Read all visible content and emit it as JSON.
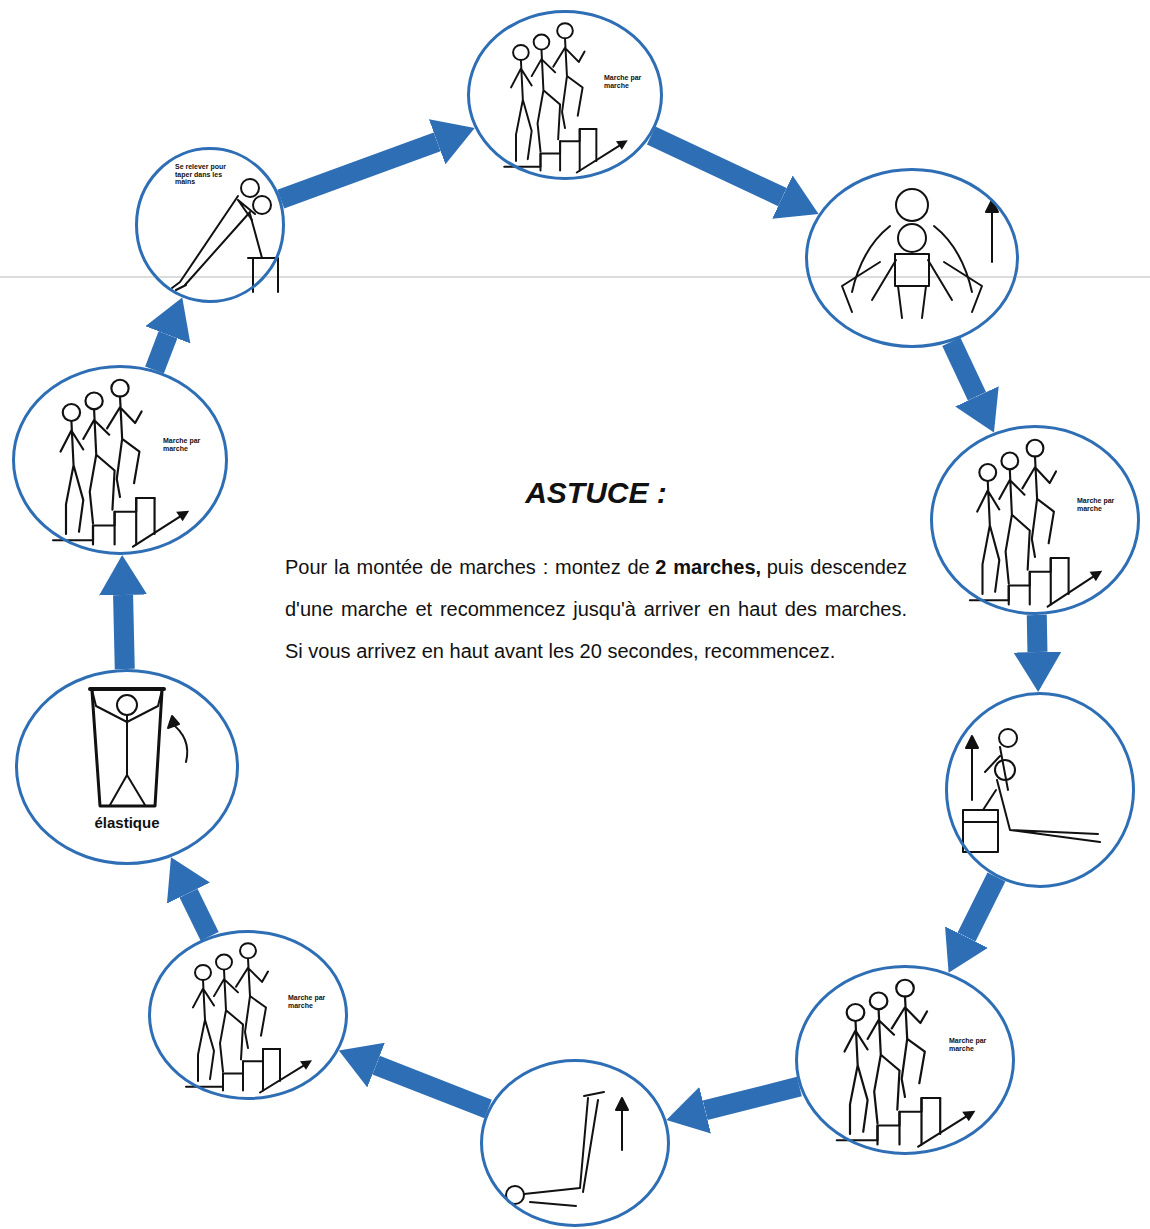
{
  "diagram": {
    "nodes": [
      {
        "text": [
          "Se relever pour taper dans les mains"
        ]
      },
      {
        "text": [
          "Marche par marche"
        ]
      },
      {
        "text": []
      },
      {
        "text": [
          "Marche par marche"
        ]
      },
      {
        "text": []
      },
      {
        "text": [
          "Marche par marche"
        ]
      },
      {
        "text": []
      },
      {
        "text": [
          "Marche par marche"
        ]
      },
      {
        "text": [
          "élastique"
        ]
      },
      {
        "text": [
          "Marche par marche"
        ]
      }
    ],
    "edges": [
      {
        "from": 0,
        "to": 1,
        "arrow": "to"
      },
      {
        "from": 1,
        "to": 2,
        "arrow": "to"
      },
      {
        "from": 2,
        "to": 3,
        "arrow": "to"
      },
      {
        "from": 3,
        "to": 4,
        "arrow": "to"
      },
      {
        "from": 4,
        "to": 5,
        "arrow": "to"
      },
      {
        "from": 5,
        "to": 6,
        "arrow": "to"
      },
      {
        "from": 6,
        "to": 7,
        "arrow": "to"
      },
      {
        "from": 7,
        "to": 8,
        "arrow": "to"
      },
      {
        "from": 8,
        "to": 9,
        "arrow": "to"
      },
      {
        "from": 9,
        "to": 0,
        "arrow": "to"
      }
    ],
    "labels": [
      "ASTUCE :",
      "Pour la montée de marches : montez de",
      "2 marches,",
      "puis descendez d'une marche et recommencez jusqu'à arriver en haut des marches. Si vous arrivez en haut avant les 20 secondes, recommencez."
    ]
  }
}
